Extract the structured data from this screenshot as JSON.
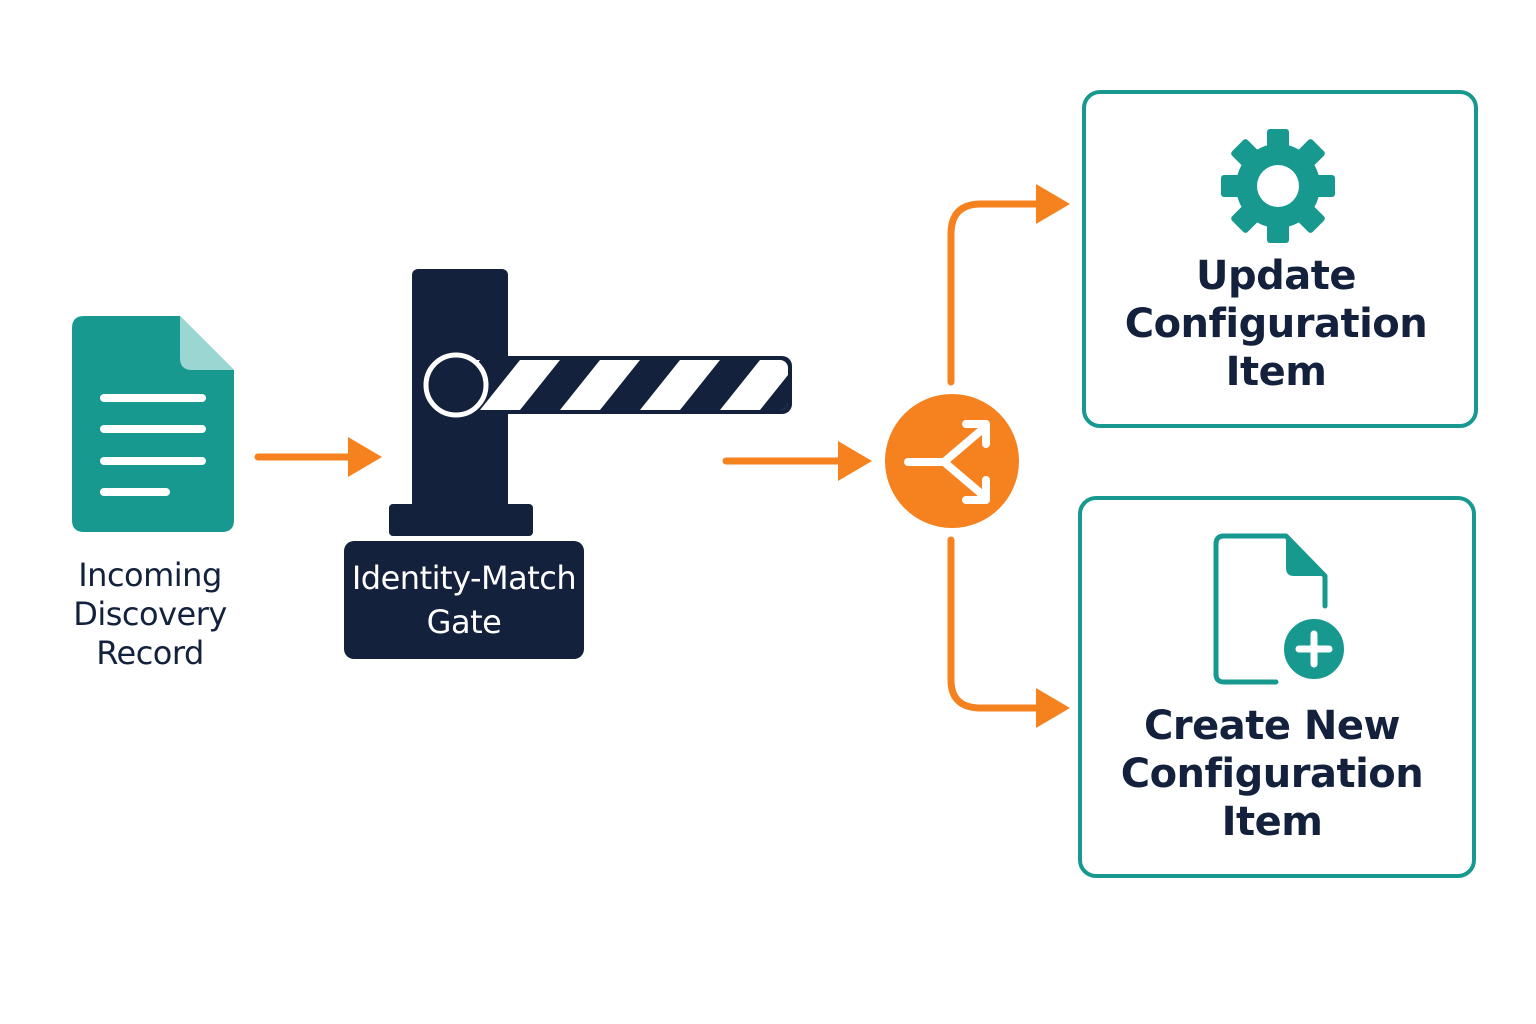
{
  "colors": {
    "teal": "#17998f",
    "teal_light": "#9bd6d2",
    "navy": "#14213d",
    "orange": "#f5821f",
    "white": "#ffffff"
  },
  "nodes": {
    "record": {
      "icon": "document-icon",
      "lines": [
        "Incoming",
        "Discovery",
        "Record"
      ]
    },
    "gate": {
      "icon": "barrier-gate-icon",
      "lines": [
        "Identity-Match",
        "Gate"
      ]
    },
    "decision": {
      "icon": "split-arrows-icon"
    },
    "update": {
      "icon": "gear-icon",
      "lines": [
        "Update",
        "Configuration",
        "Item"
      ]
    },
    "create": {
      "icon": "new-document-icon",
      "lines": [
        "Create New",
        "Configuration",
        "Item"
      ]
    }
  }
}
